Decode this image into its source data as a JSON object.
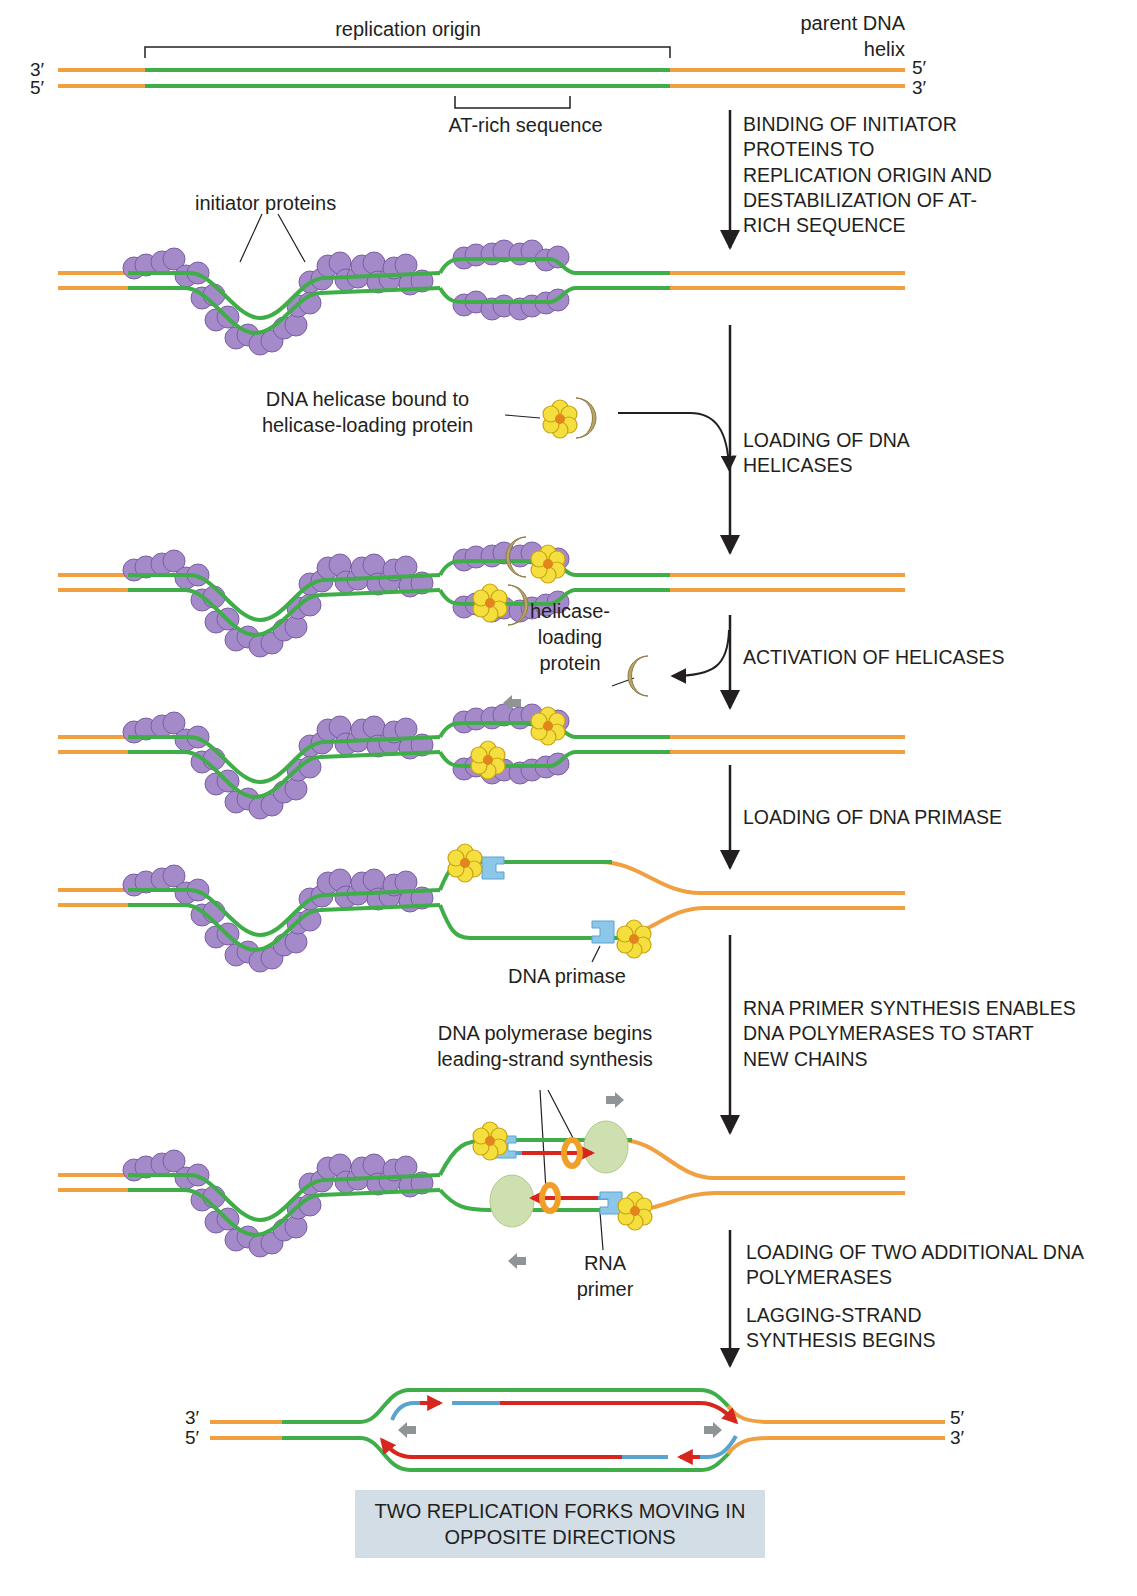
{
  "diagram": {
    "nodes": [
      {
        "text": [
          "TWO REPLICATION FORKS MOVING IN OPPOSITE DIRECTIONS"
        ]
      }
    ],
    "labels": [
      "replication origin",
      "parent DNA helix",
      "3′",
      "5′",
      "5′",
      "3′",
      "AT-rich sequence",
      "BINDING OF INITIATOR PROTEINS TO REPLICATION ORIGIN AND DESTABILIZATION OF AT-RICH SEQUENCE",
      "initiator proteins",
      "DNA helicase bound to helicase-loading protein",
      "LOADING OF DNA HELICASES",
      "helicase-loading protein",
      "ACTIVATION OF HELICASES",
      "LOADING OF DNA PRIMASE",
      "DNA primase",
      "RNA PRIMER SYNTHESIS ENABLES DNA POLYMERASES TO START NEW CHAINS",
      "DNA polymerase begins leading-strand synthesis",
      "RNA primer",
      "LOADING OF TWO ADDITIONAL DNA POLYMERASES",
      "LAGGING-STRAND SYNTHESIS BEGINS",
      "3′",
      "5′",
      "5′",
      "3′"
    ]
  }
}
